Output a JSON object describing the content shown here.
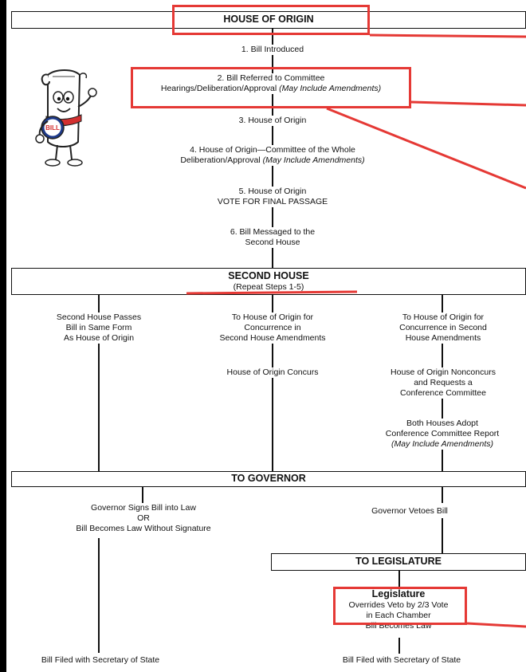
{
  "headers": {
    "house_of_origin": "HOUSE OF ORIGIN",
    "second_house": "SECOND HOUSE",
    "second_house_sub": "(Repeat Steps 1-5)",
    "to_governor": "TO GOVERNOR",
    "to_legislature": "TO LEGISLATURE"
  },
  "steps": {
    "s1": "1.  Bill Introduced",
    "s2_line1": "2.  Bill Referred to Committee",
    "s2_line2": "Hearings/Deliberation/Approval ",
    "s2_italic": "(May Include Amendments)",
    "s3": "3.  House of Origin",
    "s4_line1": "4.  House of Origin—Committee of the Whole",
    "s4_line2": "Deliberation/Approval ",
    "s4_italic": "(May Include Amendments)",
    "s5_line1": "5.  House of Origin",
    "s5_line2": "VOTE FOR FINAL PASSAGE",
    "s6_line1": "6.  Bill Messaged to the",
    "s6_line2": "Second House"
  },
  "second_house_paths": {
    "left_1": "Second House Passes",
    "left_2": "Bill in Same Form",
    "left_3": "As House of Origin",
    "mid_1": "To House of Origin for",
    "mid_2": "Concurrence in",
    "mid_3": "Second House Amendments",
    "mid_concurs": "House of Origin Concurs",
    "right_1": "To House of Origin for",
    "right_2": "Concurrence in Second",
    "right_3": "House Amendments",
    "right_non_1": "House of Origin Nonconcurs",
    "right_non_2": "and Requests a",
    "right_non_3": "Conference Committee",
    "right_both_1": "Both Houses Adopt",
    "right_both_2": "Conference Committee Report",
    "right_both_italic": "(May Include Amendments)"
  },
  "governor": {
    "signs_1": "Governor Signs Bill into Law",
    "signs_2": "OR",
    "signs_3": "Bill Becomes Law Without Signature",
    "vetoes": "Governor Vetoes Bill"
  },
  "legislature": {
    "title": "Legislature",
    "line1": "Overrides Veto by 2/3 Vote",
    "line2": "in Each Chamber",
    "line3": "Bill Becomes Law"
  },
  "filed": {
    "left": "Bill Filed with Secretary of State",
    "right": "Bill Filed with Secretary of State"
  },
  "mascot": {
    "label": "BILL"
  },
  "colors": {
    "annotation_red": "#e53935",
    "line_black": "#111111",
    "background": "#ffffff"
  }
}
